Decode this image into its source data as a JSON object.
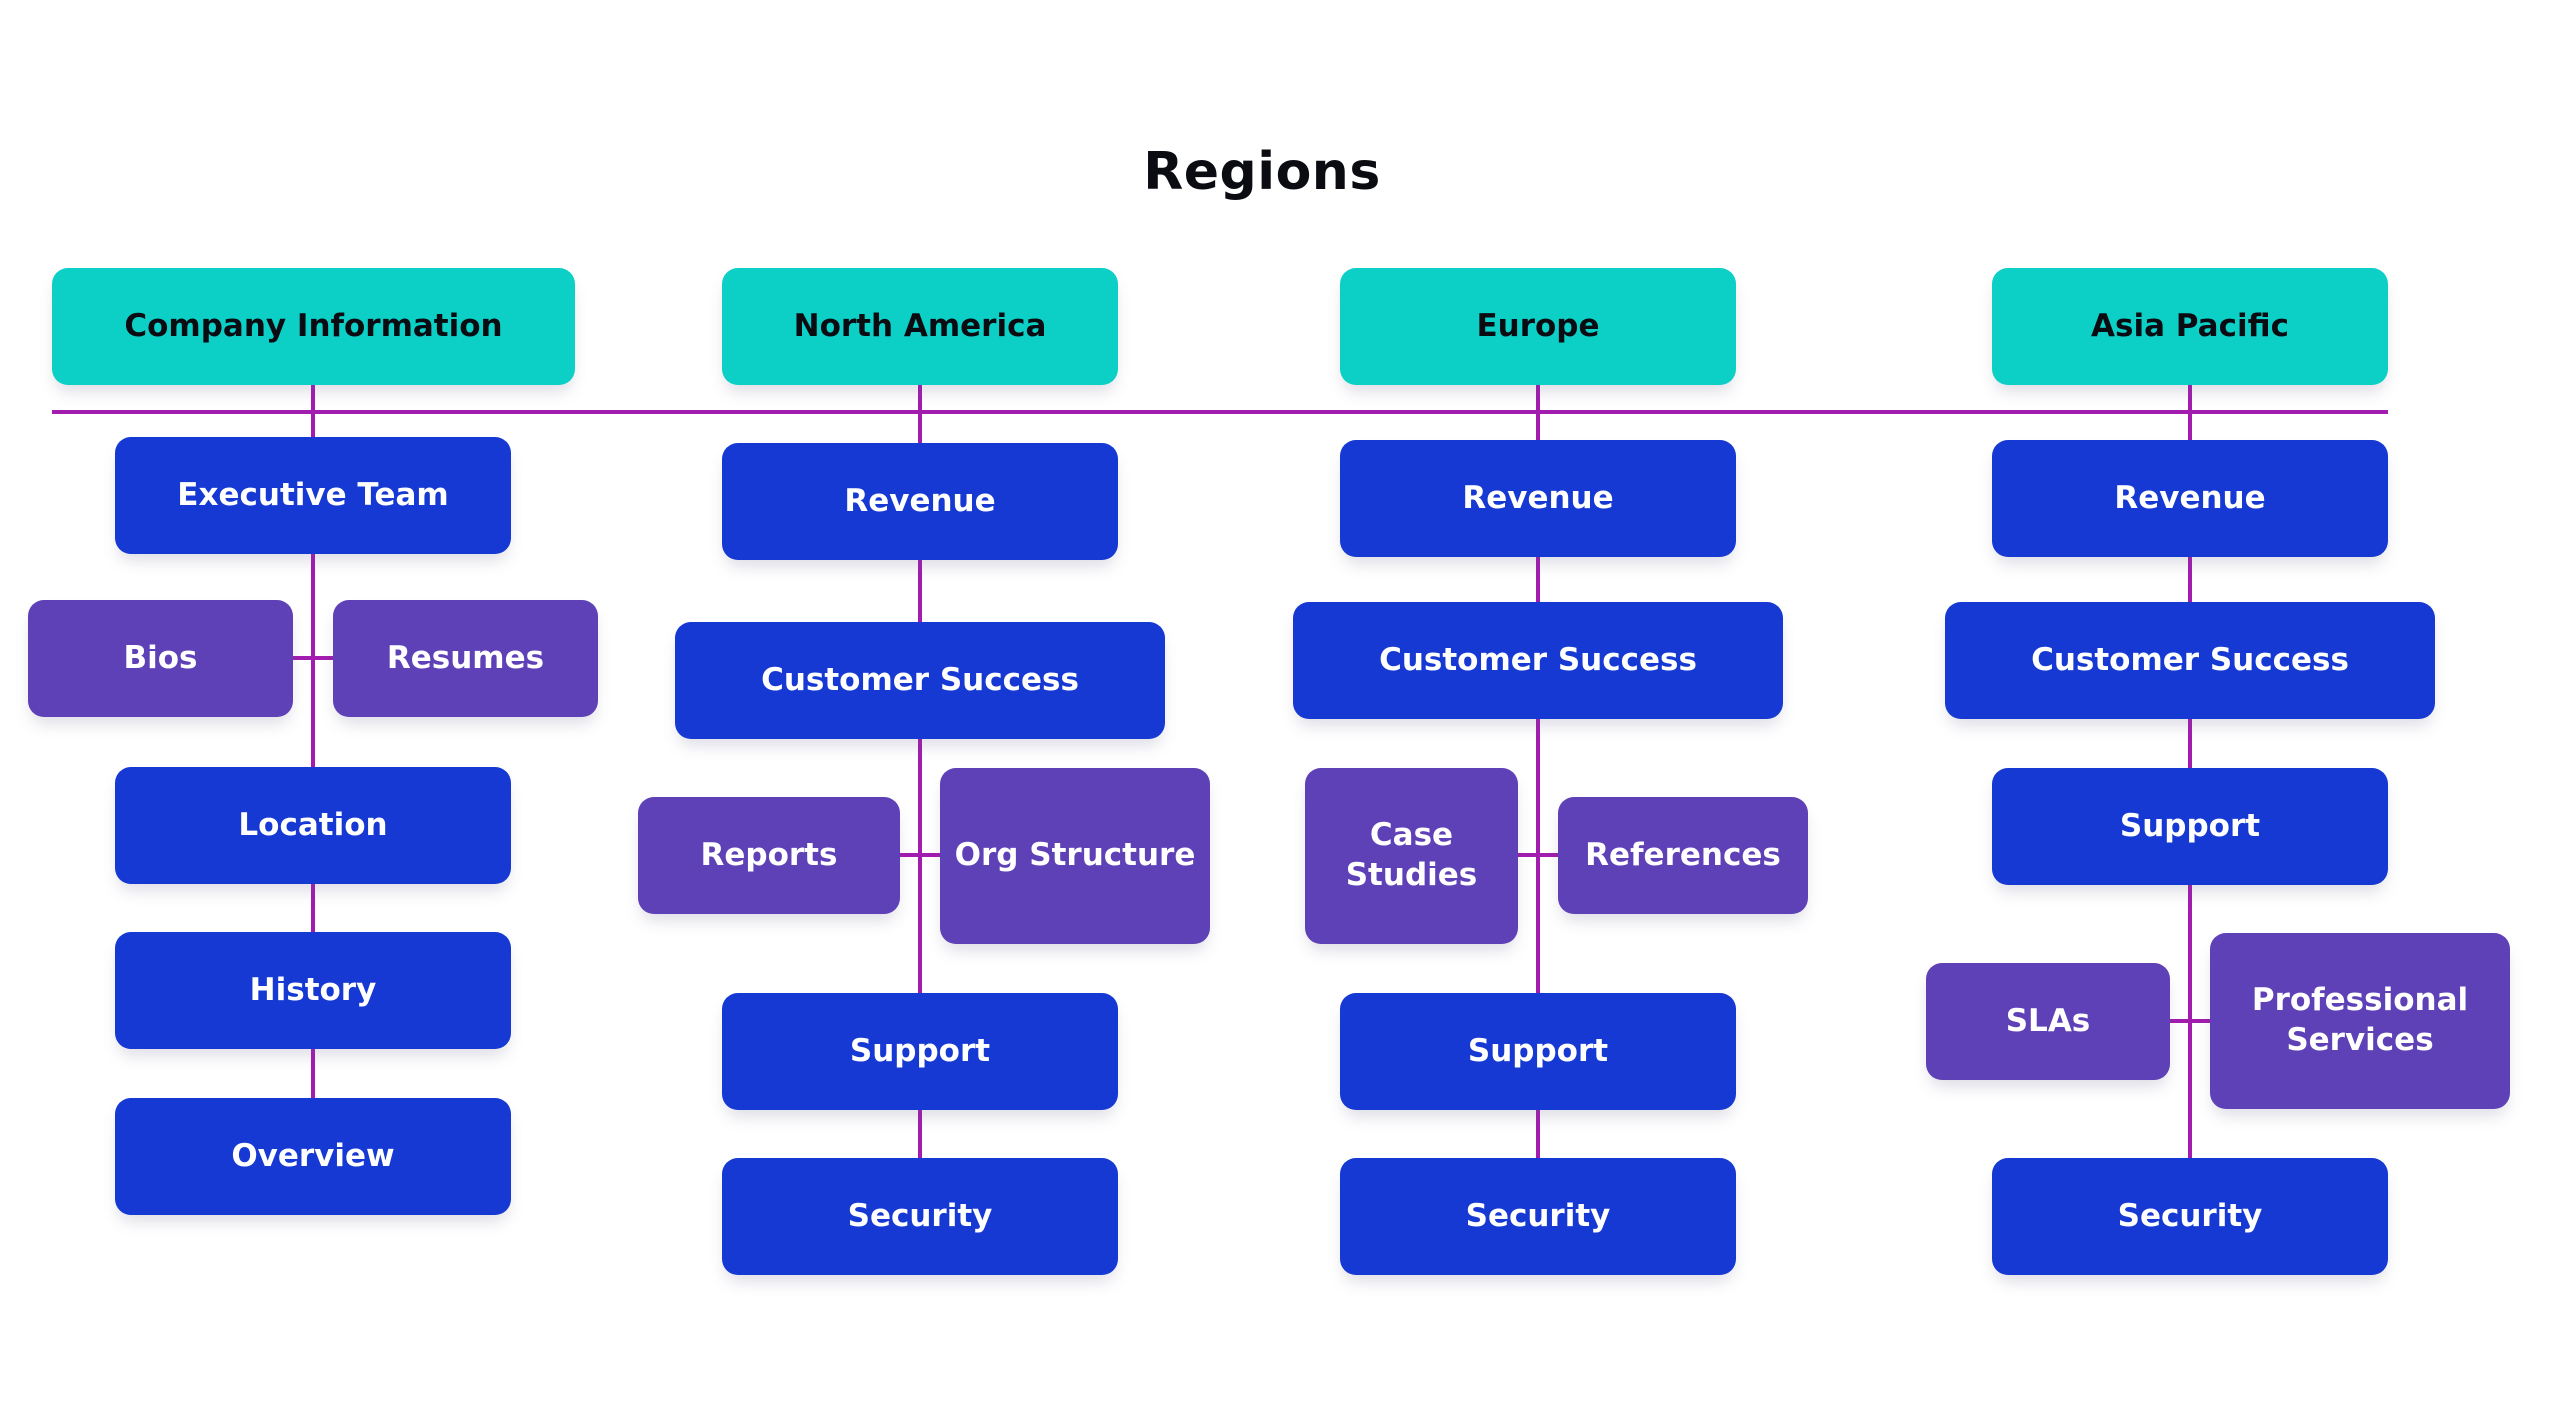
{
  "title": "Regions",
  "colors": {
    "teal": "#0CCFC6",
    "blue": "#1539D2",
    "purple": "#5E40B7",
    "connector": "#A21CAF",
    "ink": "#0B0B12",
    "nodeText": "#FFFFFF",
    "bg": "#FFFFFF"
  },
  "columns": [
    {
      "header": "Company Information",
      "nodes": [
        "Executive Team",
        "Bios",
        "Resumes",
        "Location",
        "History",
        "Overview"
      ]
    },
    {
      "header": "North America",
      "nodes": [
        "Revenue",
        "Customer Success",
        "Reports",
        "Org Structure",
        "Support",
        "Security"
      ]
    },
    {
      "header": "Europe",
      "nodes": [
        "Revenue",
        "Customer Success",
        "Case Studies",
        "References",
        "Support",
        "Security"
      ]
    },
    {
      "header": "Asia Pacific",
      "nodes": [
        "Revenue",
        "Customer Success",
        "Support",
        "SLAs",
        "Professional Services",
        "Security"
      ]
    }
  ]
}
